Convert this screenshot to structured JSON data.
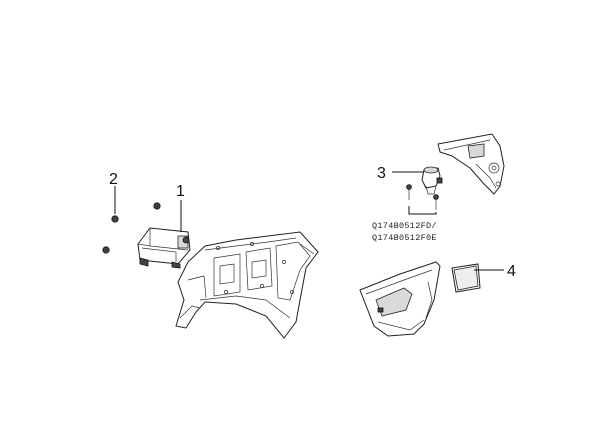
{
  "callouts": [
    {
      "number": "1"
    },
    {
      "number": "2"
    },
    {
      "number": "3"
    },
    {
      "number": "4"
    }
  ],
  "part_numbers": {
    "line1": "Q174B0512FD/",
    "line2": "Q174B0512F0E"
  }
}
